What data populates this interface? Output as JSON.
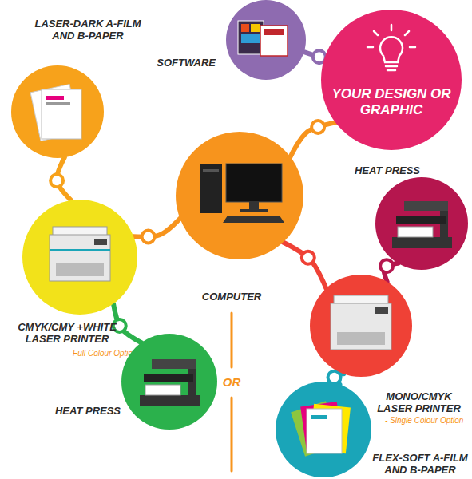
{
  "diagram": {
    "nodes": [
      {
        "text": [
          "LASER-DARK A-FILM AND B-PAPER"
        ]
      },
      {
        "text": [
          "SOFTWARE"
        ]
      },
      {
        "text": [
          "YOUR DESIGN OR GRAPHIC"
        ]
      },
      {
        "text": [
          "HEAT PRESS"
        ]
      },
      {
        "text": [
          "COMPUTER"
        ]
      },
      {
        "text": [
          "CMYK/CMY +WHITE LASER PRINTER",
          "- Full Colour Option"
        ]
      },
      {
        "text": [
          "MONO/CMYK LASER PRINTER",
          "- Single Colour Option"
        ]
      },
      {
        "text": [
          "HEAT PRESS"
        ]
      },
      {
        "text": [
          "FLEX-SOFT A-FILM AND B-PAPER"
        ]
      }
    ],
    "edges": [
      {
        "from": 1,
        "to": 2,
        "arrow": "none"
      },
      {
        "from": 2,
        "to": 4,
        "arrow": "none"
      },
      {
        "from": 4,
        "to": 5,
        "arrow": "none"
      },
      {
        "from": 0,
        "to": 5,
        "arrow": "none"
      },
      {
        "from": 5,
        "to": 7,
        "arrow": "none"
      },
      {
        "from": 4,
        "to": 6,
        "arrow": "none"
      },
      {
        "from": 6,
        "to": 3,
        "arrow": "none"
      },
      {
        "from": 6,
        "to": 8,
        "arrow": "none"
      }
    ],
    "labels": [
      "OR"
    ]
  }
}
